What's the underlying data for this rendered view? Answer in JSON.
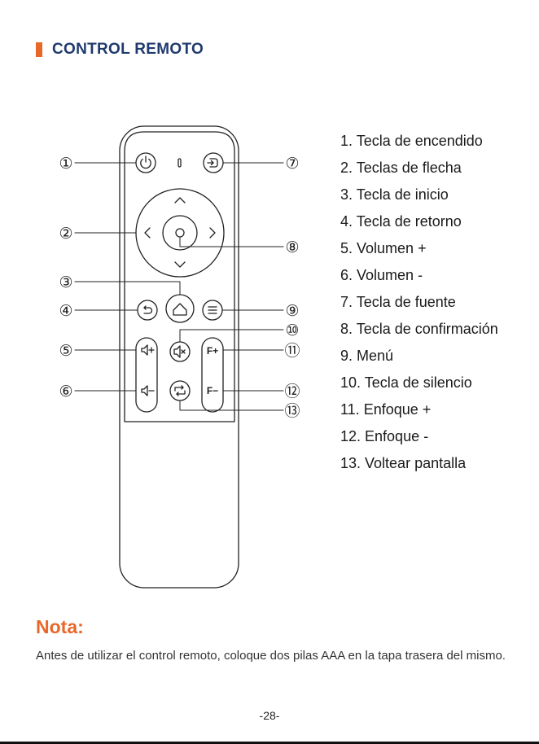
{
  "colors": {
    "accent": "#e8682a",
    "heading": "#1f3a6e",
    "line": "#222222"
  },
  "header": {
    "title": "CONTROL REMOTO"
  },
  "remote": {
    "callouts": [
      {
        "label": "①",
        "key": "power"
      },
      {
        "label": "②",
        "key": "dpad"
      },
      {
        "label": "③",
        "key": "home"
      },
      {
        "label": "④",
        "key": "back"
      },
      {
        "label": "⑤",
        "key": "volume-up"
      },
      {
        "label": "⑥",
        "key": "volume-down"
      },
      {
        "label": "⑦",
        "key": "source"
      },
      {
        "label": "⑧",
        "key": "ok"
      },
      {
        "label": "⑨",
        "key": "menu"
      },
      {
        "label": "⑩",
        "key": "mute"
      },
      {
        "label": "⑪",
        "key": "focus-up"
      },
      {
        "label": "⑫",
        "key": "focus-down"
      },
      {
        "label": "⑬",
        "key": "flip"
      }
    ],
    "button_text": {
      "focus_up": "F+",
      "focus_down": "F−"
    }
  },
  "legend": [
    "1. Tecla de encendido",
    "2. Teclas de flecha",
    "3. Tecla de inicio",
    "4. Tecla de retorno",
    "5. Volumen +",
    "6. Volumen -",
    "7. Tecla de fuente",
    "8. Tecla de confirmación",
    "9. Menú",
    "10. Tecla de silencio",
    "11. Enfoque +",
    "12. Enfoque -",
    "13. Voltear pantalla"
  ],
  "note": {
    "title": "Nota:",
    "text": "Antes de utilizar el control remoto, coloque dos pilas AAA en la tapa trasera del mismo."
  },
  "footer": {
    "page_number": "-28-"
  }
}
